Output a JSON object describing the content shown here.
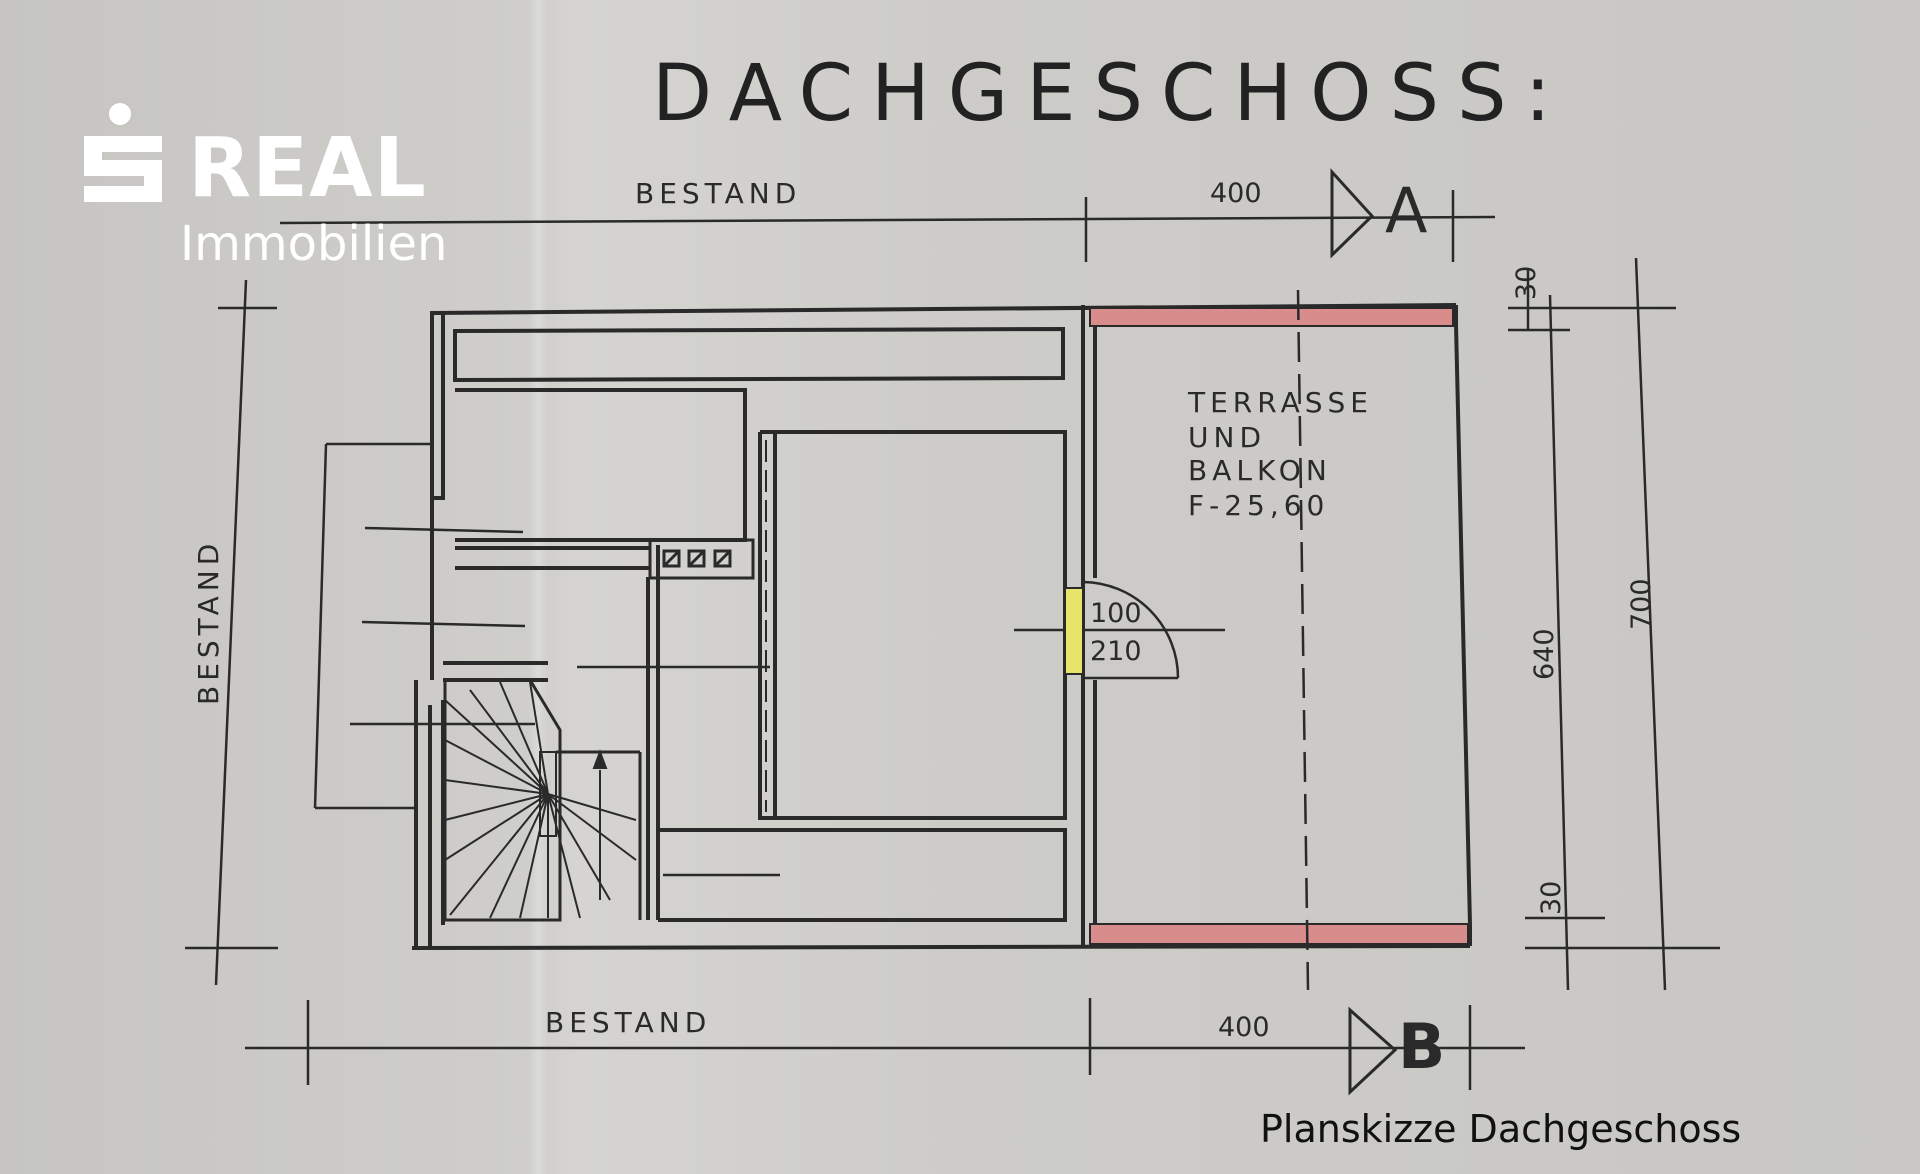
{
  "title": "DACHGESCHOSS:",
  "caption": "Planskizze Dachgeschoss",
  "logo": {
    "brand": "REAL",
    "sub": "Immobilien",
    "color": "#ffffff"
  },
  "labels": {
    "bestand_top": "BESTAND",
    "bestand_left": "BESTAND",
    "bestand_bottom": "BESTAND",
    "terrace_line1": "TERRASSE",
    "terrace_line2": "UND",
    "terrace_line3": "BALKON",
    "terrace_area": "F-25,60",
    "section_a": "A",
    "section_b": "B"
  },
  "dimensions": {
    "top_width": "400",
    "bottom_width": "400",
    "right_inner": "640",
    "right_outer": "700",
    "right_top": "30",
    "right_bottom": "30",
    "door_width": "100",
    "door_height": "210"
  },
  "colors": {
    "ink": "#2a2a2a",
    "railing": "#d98c8c",
    "door": "#e8e36a",
    "paper": "#cdccc8"
  }
}
